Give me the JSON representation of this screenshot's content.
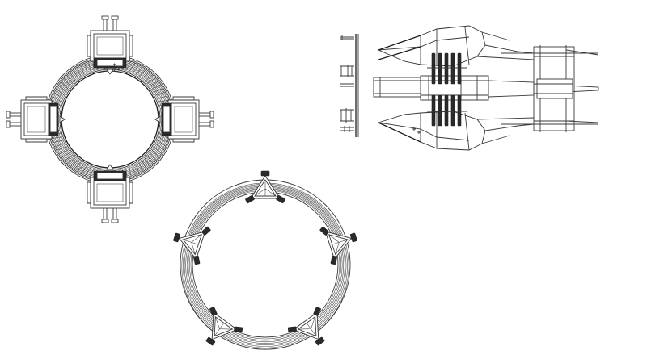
{
  "drawing": {
    "background": "#ffffff",
    "stroke_color": "#333333",
    "views": [
      {
        "id": "top-view-ring-station",
        "pods": 4
      },
      {
        "id": "side-view-ship"
      },
      {
        "id": "top-view-ring-pentagon",
        "pods": 5
      }
    ]
  }
}
